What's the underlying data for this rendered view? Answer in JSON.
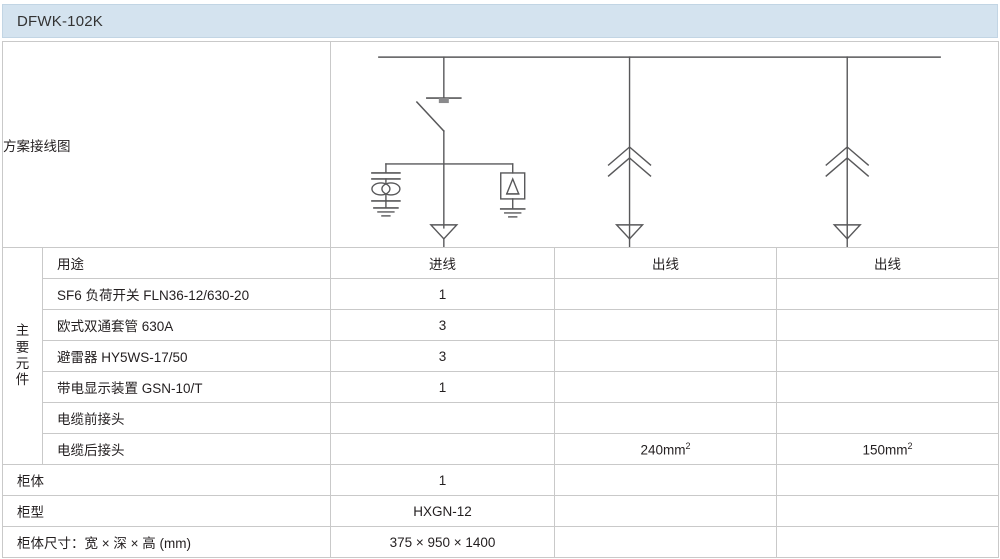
{
  "header": {
    "model_title": "DFWK-102K",
    "band_color": "#d4e3ef"
  },
  "diagram": {
    "row_label": "方案接线图",
    "line_color": "#58585a",
    "bus_label": "busbar",
    "symbols": [
      "load-break-switch",
      "capacitive-voltage-indicator",
      "surge-arrester",
      "earth-symbol",
      "cable-termination-chevron"
    ]
  },
  "table": {
    "group_label_main": "主要元件",
    "group_label_main_chars": [
      "主",
      "要",
      "元",
      "件"
    ],
    "columns": [
      "用途",
      "进线",
      "出线",
      "出线"
    ],
    "rows": [
      {
        "name": "用途",
        "is_header": true,
        "values": [
          "进线",
          "出线",
          "出线"
        ]
      },
      {
        "name": "SF6 负荷开关 FLN36-12/630-20",
        "values": [
          "1",
          "",
          ""
        ]
      },
      {
        "name": "欧式双通套管 630A",
        "values": [
          "3",
          "",
          ""
        ]
      },
      {
        "name": "避雷器 HY5WS-17/50",
        "values": [
          "3",
          "",
          ""
        ]
      },
      {
        "name": "带电显示装置 GSN-10/T",
        "values": [
          "1",
          "",
          ""
        ]
      },
      {
        "name": "电缆前接头",
        "values": [
          "",
          "",
          ""
        ]
      },
      {
        "name": "电缆后接头",
        "values": [
          "",
          "240mm²",
          "150mm²"
        ],
        "values_rich": [
          {
            "text": "",
            "sup": ""
          },
          {
            "text": "240mm",
            "sup": "2"
          },
          {
            "text": "150mm",
            "sup": "2"
          }
        ]
      }
    ],
    "footer_rows": [
      {
        "name": "柜体",
        "values": [
          "1",
          "",
          ""
        ]
      },
      {
        "name": "柜型",
        "values": [
          "HXGN-12",
          "",
          ""
        ]
      },
      {
        "name": "柜体尺寸：宽 × 深 × 高 (mm)",
        "values": [
          "375 × 950 × 1400",
          "",
          ""
        ]
      }
    ]
  }
}
